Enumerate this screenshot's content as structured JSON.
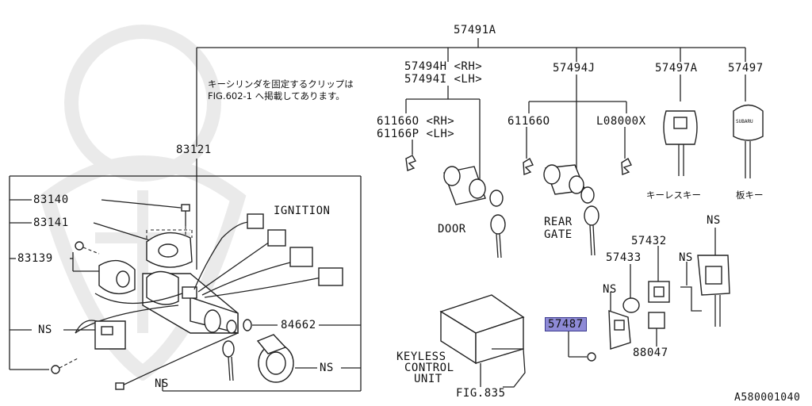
{
  "labels": {
    "p57491A": "57491A",
    "p57494H": "57494H <RH>",
    "p57494I": "57494I <LH>",
    "p57494J": "57494J",
    "p57497A": "57497A",
    "p57497": "57497",
    "p61166O_RH": "61166O <RH>",
    "p61166P_LH": "61166P <LH>",
    "p61166O": "61166O",
    "pL08000X": "L08000X",
    "p83121": "83121",
    "p83140": "83140",
    "p83141": "83141",
    "p83139": "83139",
    "ns1": "NS",
    "ns2": "NS",
    "ns3": "NS",
    "ns4": "NS",
    "ns5": "NS",
    "ns6": "NS",
    "ignition": "IGNITION",
    "door": "DOOR",
    "rear": "REAR",
    "gate": "GATE",
    "p84662": "84662",
    "p57432": "57432",
    "p57433": "57433",
    "p57487": "57487",
    "p88047": "88047",
    "keyless1": "KEYLESS",
    "keyless2": "CONTROL",
    "keyless3": "UNIT",
    "fig835": "FIG.835",
    "keylessKey": "キーレスキー",
    "plateKey": "板キー",
    "note1": "キーシリンダを固定するクリップは",
    "note2": "FIG.602-1 へ掲載してあります。",
    "diagramCode": "A580001040",
    "subaruLogo": "SUBARU"
  },
  "highlight": {
    "part": "57487",
    "color": "#8e8ad6"
  }
}
